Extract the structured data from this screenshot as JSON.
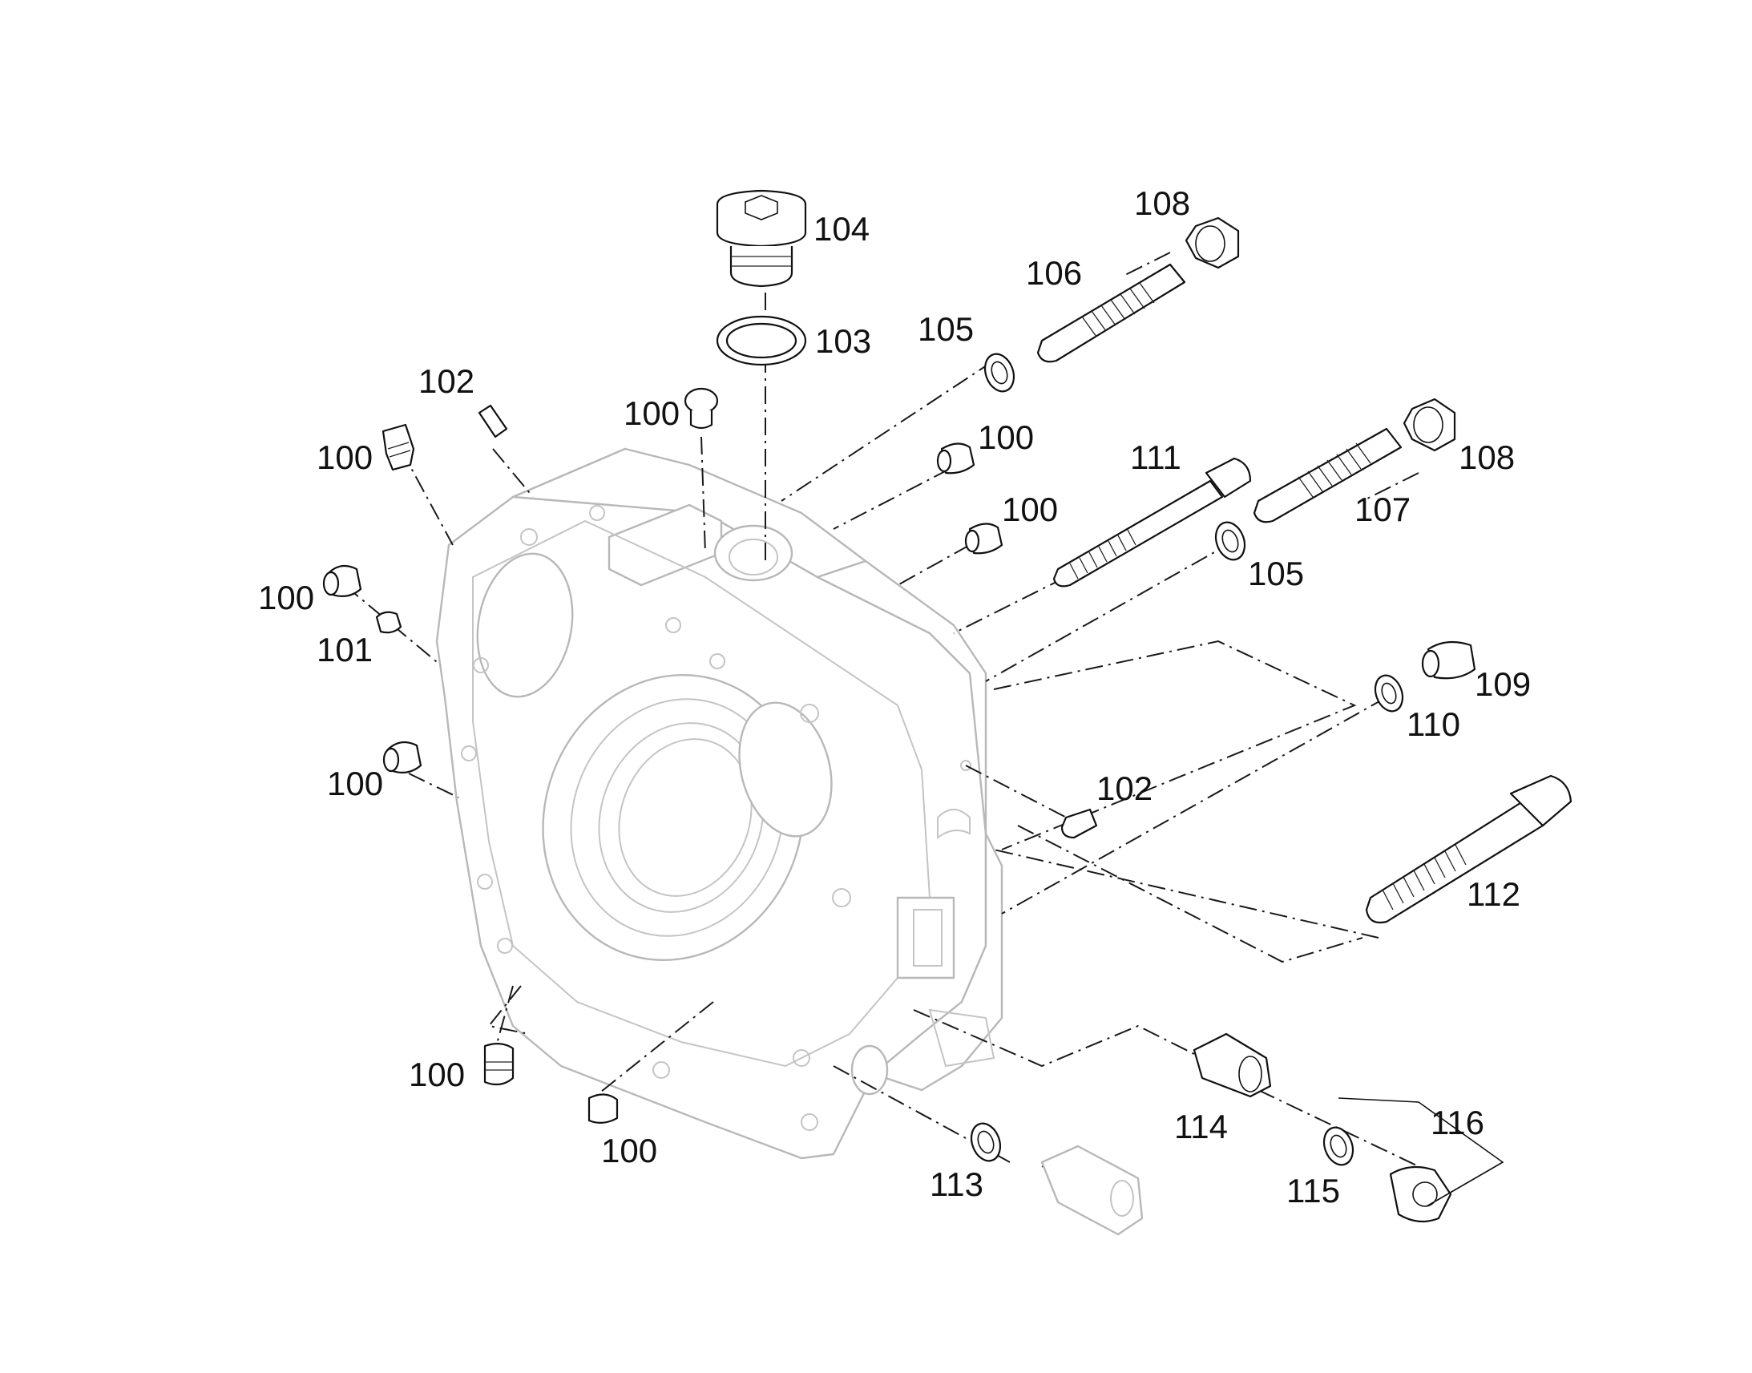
{
  "diagram": {
    "callouts": {
      "p104": "104",
      "p103": "103",
      "p108a": "108",
      "p106": "106",
      "p105a": "105",
      "p102a": "102",
      "p100a": "100",
      "p100b": "100",
      "p100c": "100",
      "p100d": "100",
      "p111": "111",
      "p108b": "108",
      "p107": "107",
      "p105b": "105",
      "p100e": "100",
      "p101": "101",
      "p109": "109",
      "p110": "110",
      "p100f": "100",
      "p102b": "102",
      "p112": "112",
      "p100g": "100",
      "p100h": "100",
      "p114": "114",
      "p116": "116",
      "p113": "113",
      "p115": "115"
    }
  }
}
